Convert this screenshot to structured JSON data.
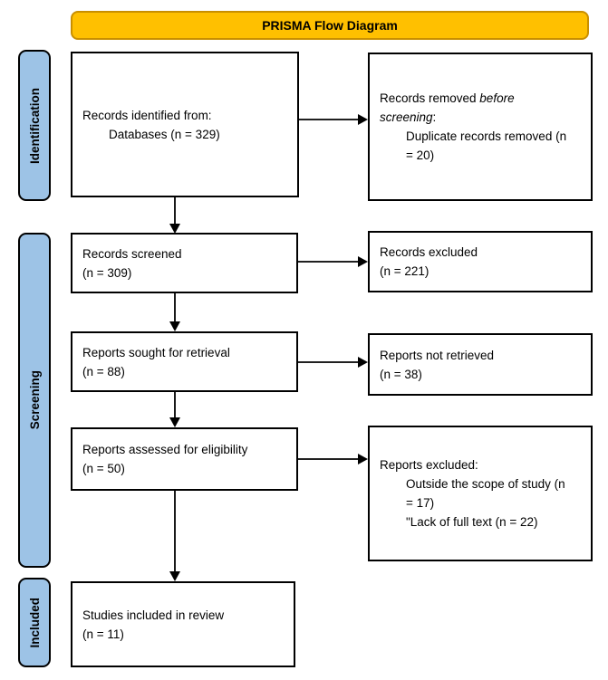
{
  "title": "PRISMA Flow Diagram",
  "stages": {
    "identification": "Identification",
    "screening": "Screening",
    "included": "Included"
  },
  "boxes": {
    "identified": {
      "line1": "Records identified from:",
      "indent1": "Databases (n = 329)"
    },
    "removed": {
      "line1_normal": "Records removed ",
      "line1_italic": "before",
      "line2_italic": "screening",
      "line2_normal": ":",
      "indent1": "Duplicate records removed (n",
      "indent2": "= 20)"
    },
    "screened": {
      "line1": "Records screened",
      "line2": "(n = 309)"
    },
    "excluded": {
      "line1": "Records excluded",
      "line2": "(n = 221)"
    },
    "sought": {
      "line1": "Reports sought for retrieval",
      "line2": "(n = 88)"
    },
    "not_retrieved": {
      "line1": "Reports not retrieved",
      "line2": "(n = 38)"
    },
    "assessed": {
      "line1": "Reports assessed for eligibility",
      "line2": "(n = 50)"
    },
    "reports_excluded": {
      "line1": "Reports excluded:",
      "indent1": "Outside the scope of study (n",
      "indent2": "= 17)",
      "indent3": "\"Lack of full text (n = 22)"
    },
    "studies_included": {
      "line1": "Studies included in review",
      "line2": "(n = 11)"
    }
  },
  "colors": {
    "title_fill": "#FFC000",
    "title_border": "#C98F00",
    "stage_fill": "#9DC3E6",
    "box_border": "#000000",
    "arrow": "#000000",
    "background": "#FFFFFF"
  }
}
